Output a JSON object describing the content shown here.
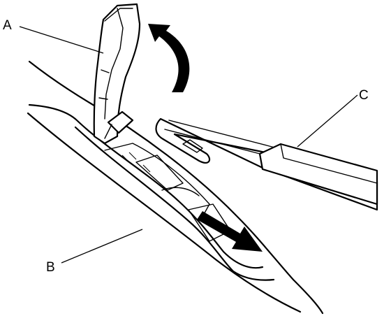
{
  "labels": {
    "a": "A",
    "b": "B",
    "c": "C"
  },
  "colors": {
    "ink": "#000000",
    "paper": "#ffffff"
  },
  "icons": {
    "lift_arrow": "curved-up-arrow-icon",
    "slide_arrow": "diagonal-down-right-arrow-icon"
  }
}
